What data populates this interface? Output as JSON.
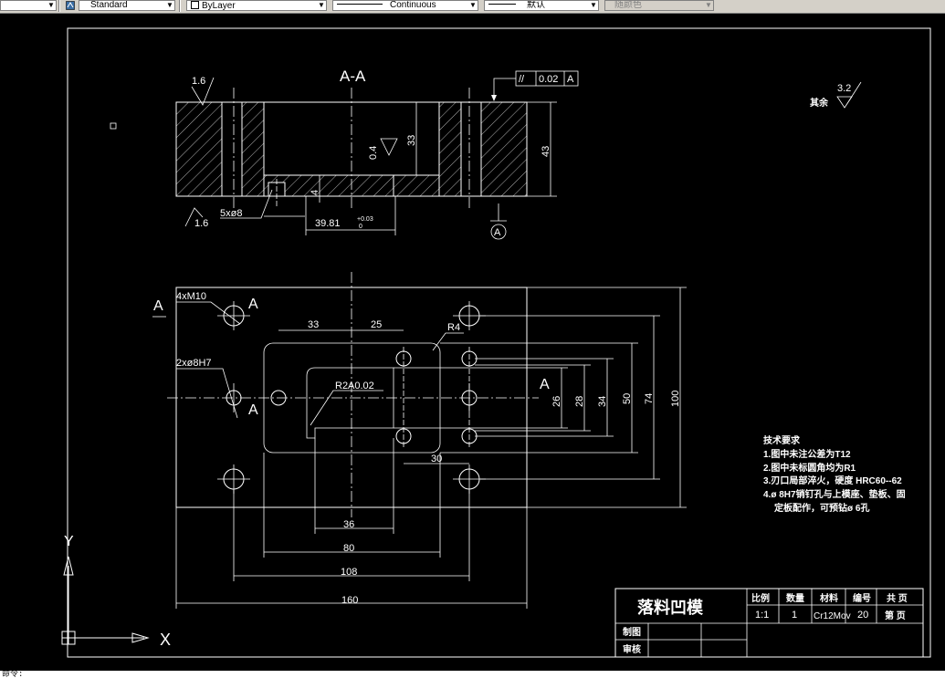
{
  "toolbar": {
    "text_style": "Standard",
    "layer_color": "ByLayer",
    "linetype": "Continuous",
    "lineweight": "默认",
    "plot_style": "随颜色"
  },
  "drawing": {
    "section_label": "A-A",
    "roughness_top_left": "1.6",
    "roughness_bottom_left": "1.6",
    "roughness_inner": "0.4",
    "roughness_other_value": "3.2",
    "roughness_other_label": "其余",
    "tolerance_symbol": "//",
    "tolerance_value": "0.02",
    "tolerance_datum": "A",
    "datum_label": "A",
    "dim_33_vertical": "33",
    "dim_43": "43",
    "dim_4": "4",
    "dim_holes_top": "5xø8",
    "dim_39_81": "39.81",
    "dim_39_81_tol_upper": "+0.03",
    "dim_39_81_tol_lower": "0",
    "label_4xM10": "4xM10",
    "label_2xo8H7": "2xø8H7",
    "section_mark_left_1": "A",
    "section_mark_left_2": "A",
    "section_mark_left_3": "A",
    "section_mark_right": "A",
    "dim_33_top": "33",
    "dim_25": "25",
    "label_R4": "R4",
    "label_R2_tol": "R2",
    "label_R2_tol_value": "A0.02",
    "dim_30": "30",
    "dim_36": "36",
    "dim_80": "80",
    "dim_108": "108",
    "dim_160": "160",
    "dim_26": "26",
    "dim_28": "28",
    "dim_34": "34",
    "dim_50": "50",
    "dim_74": "74",
    "dim_100": "100",
    "tech_title": "技术要求",
    "tech_1": "1.图中未注公差为T12",
    "tech_2": "2.图中未标圆角均为R1",
    "tech_3": "3.刃口局部淬火，硬度 HRC60--62",
    "tech_4a": "4.ø 8H7销钉孔与上模座、垫板、固",
    "tech_4b": "定板配作，可预钻ø 6孔",
    "ucs_x": "X",
    "ucs_y": "Y"
  },
  "title_block": {
    "part_name": "落料凹模",
    "col_scale": "比例",
    "col_qty": "数量",
    "col_material": "材料",
    "col_number": "编号",
    "col_total": "共 页",
    "val_scale": "1:1",
    "val_qty": "1",
    "val_material": "Cr12Mov",
    "val_number": "20",
    "val_page": "第 页",
    "drawn_by": "制图",
    "checked_by": "审核"
  },
  "command": {
    "prompt": "命令:"
  }
}
